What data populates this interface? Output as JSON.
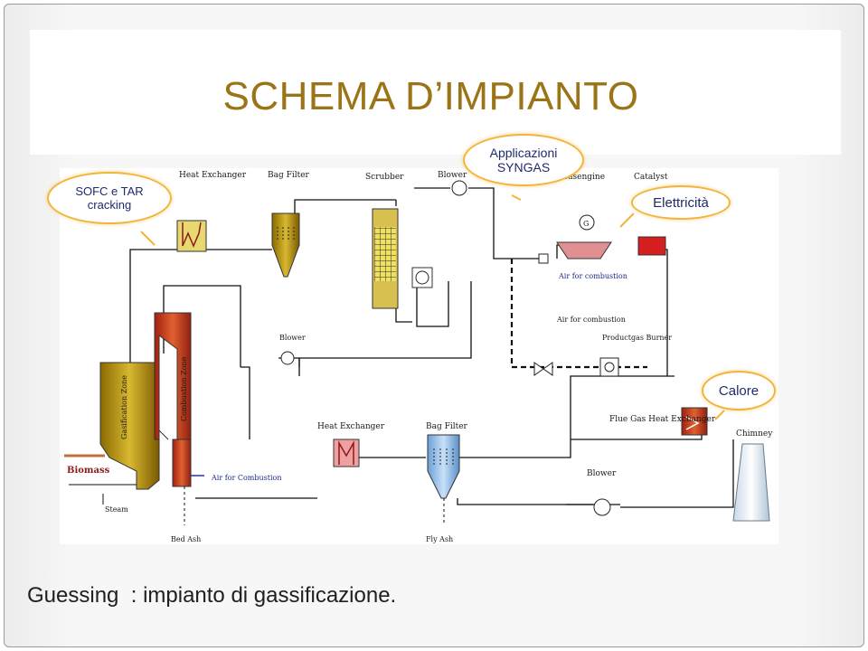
{
  "slide": {
    "title": "SCHEMA D’IMPIANTO",
    "footer": "Guessing  : impianto di gassificazione."
  },
  "callouts": {
    "sofc": "SOFC e TAR cracking",
    "syngas": "Applicazioni SYNGAS",
    "elettricita": "Elettricità",
    "calore": "Calore"
  },
  "diagram_labels": {
    "heat_exchanger_top": "Heat Exchanger",
    "bag_filter_top": "Bag Filter",
    "scrubber": "Scrubber",
    "blower_top": "Blower",
    "gasengine": "Gasengine",
    "catalyst": "Catalyst",
    "air_for_combustion_engine": "Air for combustion",
    "air_for_combustion_burner": "Air for combustion",
    "productgas_burner": "Productgas Burner",
    "blower_mid": "Blower",
    "gasification_zone": "Gasification Zone",
    "combustion_zone": "Combustion Zone",
    "biomass": "Biomass",
    "steam": "Steam",
    "air_for_combustion_gasifier": "Air for Combustion",
    "bed_ash": "Bed Ash",
    "heat_exchanger_bottom": "Heat Exchanger",
    "bag_filter_bottom": "Bag Filter",
    "fly_ash": "Fly Ash",
    "flue_gas_heat_exchanger": "Flue Gas Heat Exchanger",
    "chimney": "Chimney",
    "blower_bottom": "Blower"
  },
  "colors": {
    "title": "#9c7418",
    "callout_border": "#f2b53a",
    "callout_text": "#202a6e",
    "gasifier": "#b8860b",
    "combustion": "#c0461c",
    "heat_exchanger_bottom": "#d04040",
    "bag_filter_bottom": "#8ab8e8",
    "catalyst": "#d42020",
    "engine": "#d87878"
  }
}
